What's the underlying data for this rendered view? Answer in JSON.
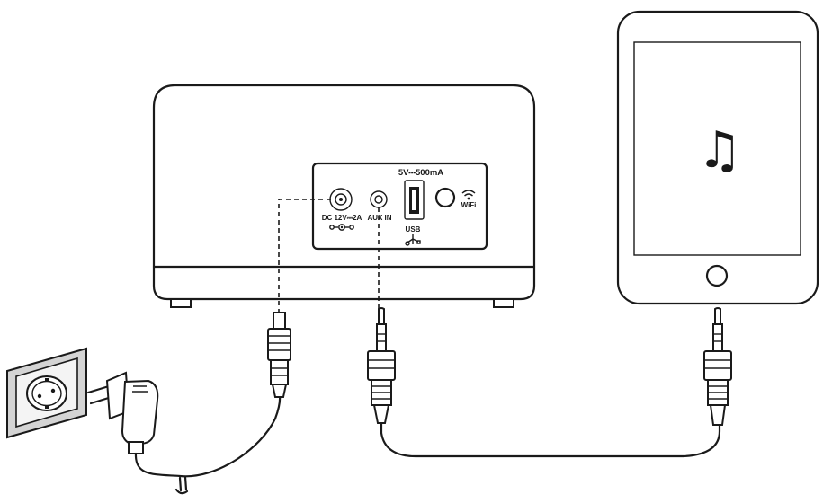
{
  "speaker_panel": {
    "power_spec": "5V⎓500mA",
    "dc_in_label": "DC 12V⎓2A",
    "aux_in_label": "AUX IN",
    "usb_label": "USB",
    "wifi_label": "WiFi"
  },
  "tablet": {
    "screen_symbol": "♫"
  }
}
